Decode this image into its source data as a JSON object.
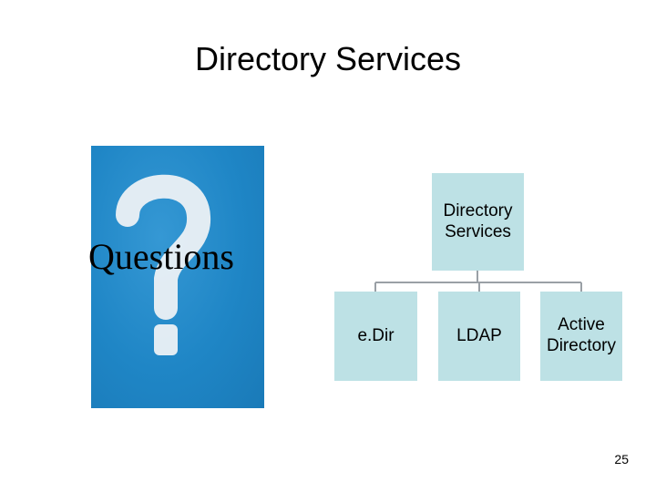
{
  "slide": {
    "title": "Directory Services",
    "image_label": "Questions",
    "page_number": "25"
  },
  "diagram": {
    "root": "Directory Services",
    "children": [
      "e.Dir",
      "LDAP",
      "Active Directory"
    ]
  },
  "colors": {
    "box_fill": "#bde1e5",
    "image_blue": "#1f86c6",
    "connector": "#9aa0a6"
  },
  "icons": {
    "question": "question-mark-icon"
  }
}
